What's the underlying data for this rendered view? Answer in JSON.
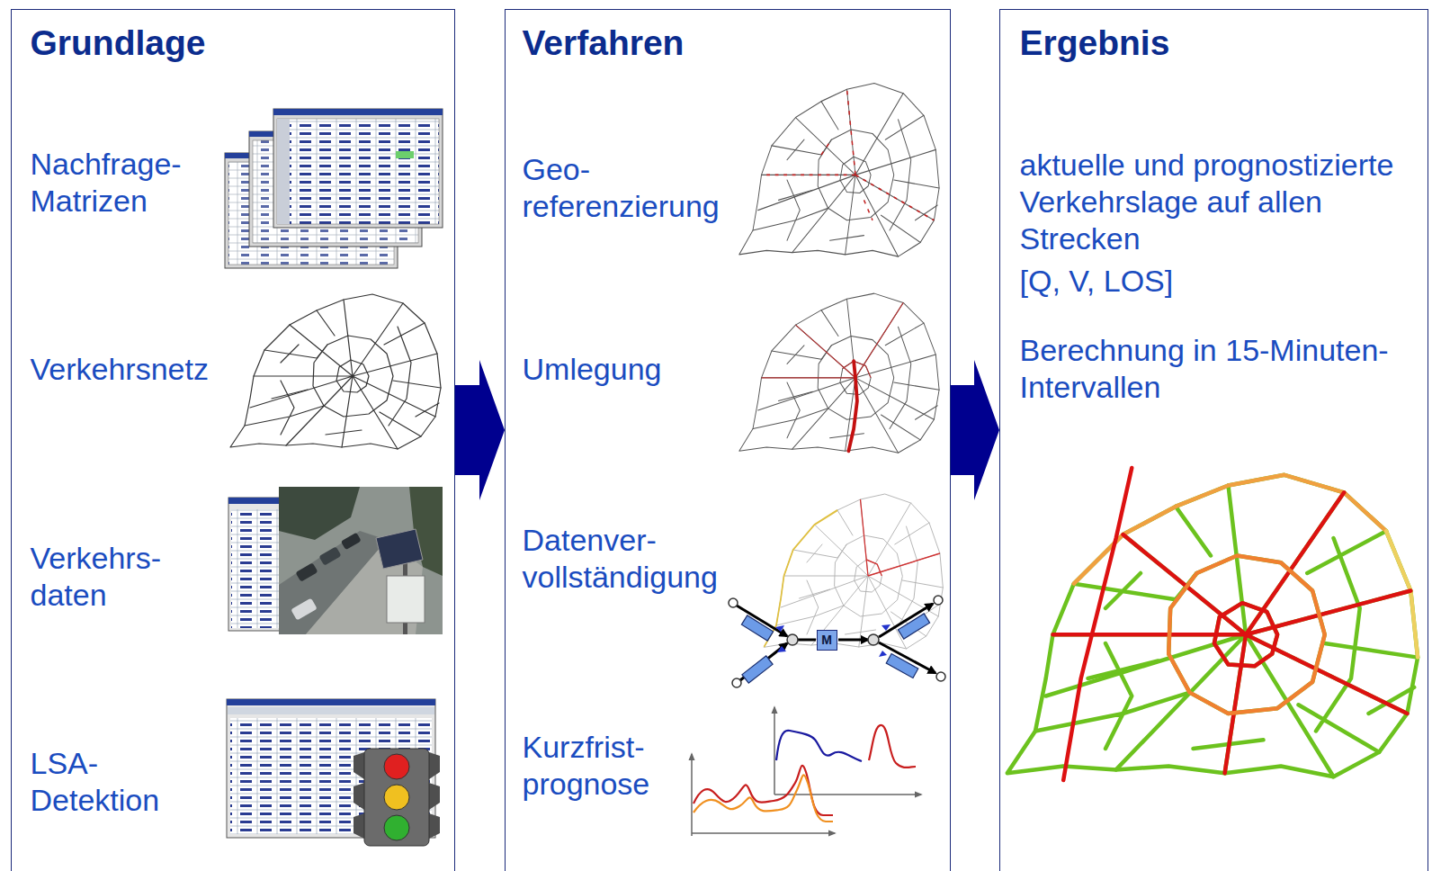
{
  "diagram": {
    "nodes": [
      {
        "text": [
          "Grundlage",
          "Nachfrage- Matrizen",
          "Verkehrsnetz",
          "Verkehrs- daten",
          "LSA- Detektion"
        ]
      },
      {
        "text": [
          "Verfahren",
          "Geo- referenzierung",
          "Umlegung",
          "Datenver- vollständigung",
          "Kurzfrist- prognose"
        ]
      },
      {
        "text": [
          "M"
        ],
        "in": 1
      },
      {
        "text": [
          "Ergebnis",
          "aktuelle und prognostizierte Verkehrslage auf allen Strecken",
          "[Q, V, LOS]",
          "Berechnung in 15-Minuten-Intervallen"
        ]
      }
    ],
    "edges": [
      {
        "from": 0,
        "to": 1,
        "arrow": "to"
      },
      {
        "from": 1,
        "to": 3,
        "arrow": "to"
      }
    ]
  }
}
